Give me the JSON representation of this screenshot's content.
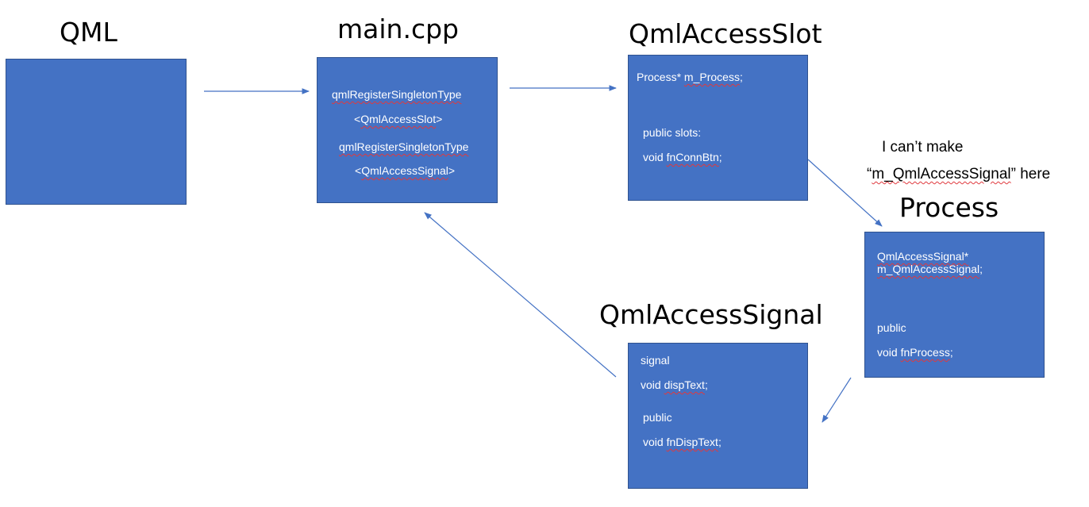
{
  "nodes": {
    "qml": {
      "title": "QML"
    },
    "main_cpp": {
      "title": "main.cpp",
      "lines": {
        "l1": "qmlRegisterSingletonType",
        "l2_open": "<",
        "l2_type": "QmlAccessSlot",
        "l2_close": ">",
        "l3": "qmlRegisterSingletonType",
        "l4_open": "<",
        "l4_type": "QmlAccessSignal",
        "l4_close": ">"
      }
    },
    "qml_access_slot": {
      "title": "QmlAccessSlot",
      "lines": {
        "member_type": "Process* ",
        "member_name": "m_Process",
        "member_end": ";",
        "section": "public slots:",
        "method_type": "void ",
        "method_name": "fnConnBtn",
        "method_end": ";"
      }
    },
    "process": {
      "title": "Process",
      "lines": {
        "member_type": "QmlAccessSignal*",
        "member_name": "m_QmlAccessSignal",
        "member_end": ";",
        "section": "public",
        "method_type": "void ",
        "method_name": "fnProcess",
        "method_end": ";"
      }
    },
    "qml_access_signal": {
      "title": "QmlAccessSignal",
      "lines": {
        "signal_section": "signal",
        "signal_type": "void ",
        "signal_name": "dispText",
        "signal_end": ";",
        "public_section": "public",
        "method_type": "void ",
        "method_name": "fnDispText",
        "method_end": ";"
      }
    }
  },
  "note": {
    "line1": "I can’t make",
    "line2_open": "“",
    "line2_name": "m_QmlAccessSignal",
    "line2_close": "” here"
  },
  "colors": {
    "box_fill": "#4472c4",
    "box_border": "#2f528f",
    "arrow": "#4472c4",
    "spellcheck_underline": "#e0393e"
  }
}
